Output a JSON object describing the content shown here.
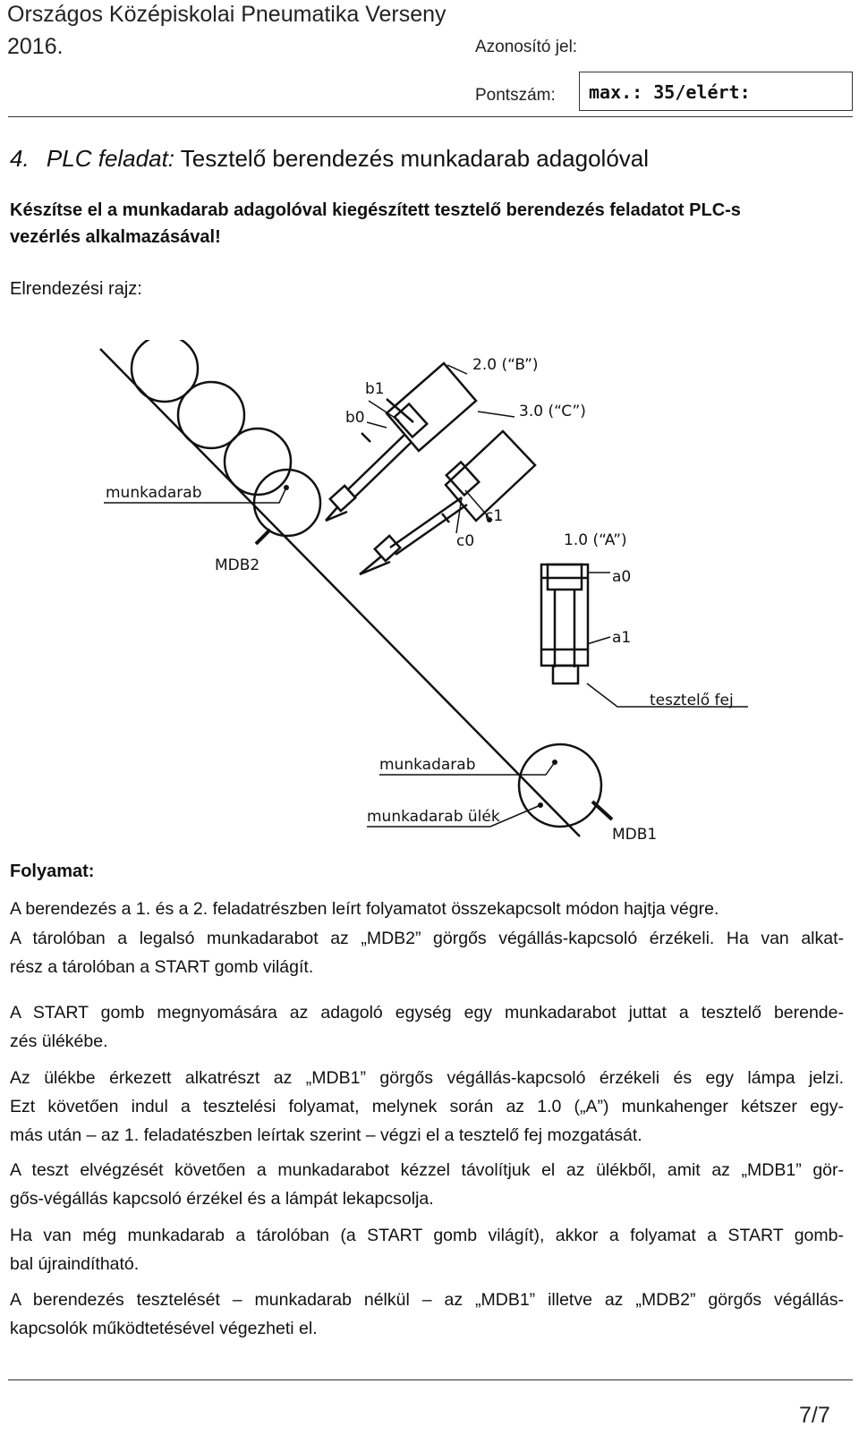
{
  "header": {
    "competition_title": "Országos Középiskolai Pneumatika Verseny",
    "year": "2016.",
    "id_label": "Azonosító jel:",
    "score_label": "Pontszám:",
    "score_box": "max.: 35/elért:"
  },
  "task": {
    "number": "4.",
    "type": "PLC feladat:",
    "title": "Tesztelő berendezés munkadarab adagolóval",
    "instruction_line1": "Készítse el a munkadarab adagolóval kiegészített tesztelő berendezés feladatot PLC-s",
    "instruction_line2": "vezérlés alkalmazásával!",
    "layout_label": "Elrendezési rajz:"
  },
  "diagram": {
    "labels": {
      "cyl_b": "2.0 (“B”)",
      "cyl_c": "3.0 (“C”)",
      "cyl_a": "1.0 (“A”)",
      "b1": "b1",
      "b0": "b0",
      "c1": "c1",
      "c0": "c0",
      "a0": "a0",
      "a1": "a1",
      "workpiece_top": "munkadarab",
      "mdb2": "MDB2",
      "test_head": "tesztelő fej",
      "workpiece_bottom": "munkadarab",
      "seat": "munkadarab ülék",
      "mdb1": "MDB1"
    }
  },
  "process": {
    "heading": "Folyamat:",
    "p1": "A berendezés a 1. és a 2. feladatrészben leírt folyamatot összekapcsolt módon hajtja végre.",
    "p2_l1": "A tárolóban a legalsó munkadarabot az „MDB2” görgős végállás-kapcsoló érzékeli. Ha van alkat-",
    "p2_l2": "rész a tárolóban a START gomb világít.",
    "p3_l1": "A START gomb megnyomására az adagoló egység egy munkadarabot juttat a tesztelő berende-",
    "p3_l2": "zés ülékébe.",
    "p4_l1": "Az ülékbe érkezett alkatrészt az „MDB1” görgős végállás-kapcsoló érzékeli és egy lámpa jelzi.",
    "p4_l2": "Ezt követően indul a tesztelési folyamat, melynek során az 1.0 („A”) munkahenger kétszer egy-",
    "p4_l3": "más után – az 1. feladatészben leírtak szerint – végzi el a tesztelő fej mozgatását.",
    "p5_l1": "A teszt elvégzését követően a munkadarabot kézzel távolítjuk el az ülékből, amit az „MDB1” gör-",
    "p5_l2": "gős-végállás kapcsoló érzékel és a lámpát lekapcsolja.",
    "p6_l1": "Ha van még munkadarab a tárolóban (a START gomb világít), akkor a folyamat a START gomb-",
    "p6_l2": "bal újraindítható.",
    "p7_l1": "A berendezés tesztelését – munkadarab nélkül – az „MDB1” illetve az „MDB2” görgős végállás-",
    "p7_l2": "kapcsolók működtetésével végezheti el."
  },
  "footer": {
    "page": "7/7"
  }
}
